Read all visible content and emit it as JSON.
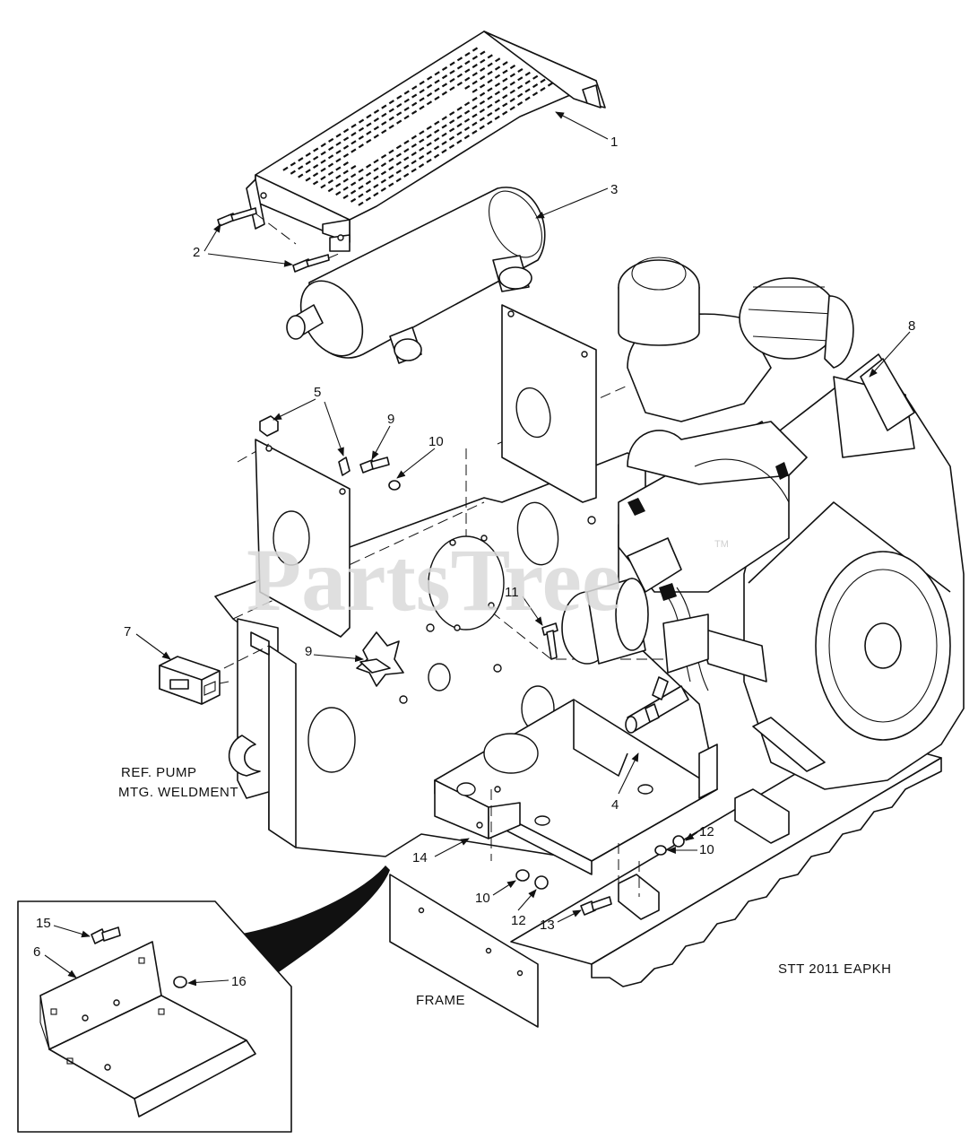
{
  "watermark": {
    "text": "PartsTree",
    "trademark": "TM"
  },
  "drawing_code": "STT 2011 EAPKH",
  "reference_labels": {
    "pump_line1": "REF. PUMP",
    "pump_line2": "MTG. WELDMENT",
    "frame": "FRAME"
  },
  "callouts": {
    "c1": "1",
    "c2": "2",
    "c3": "3",
    "c4": "4",
    "c5": "5",
    "c6": "6",
    "c7": "7",
    "c8": "8",
    "c9a": "9",
    "c9b": "9",
    "c10a": "10",
    "c10b": "10",
    "c10c": "10",
    "c11": "11",
    "c12a": "12",
    "c12b": "12",
    "c13": "13",
    "c14": "14",
    "c15": "15",
    "c16": "16"
  }
}
